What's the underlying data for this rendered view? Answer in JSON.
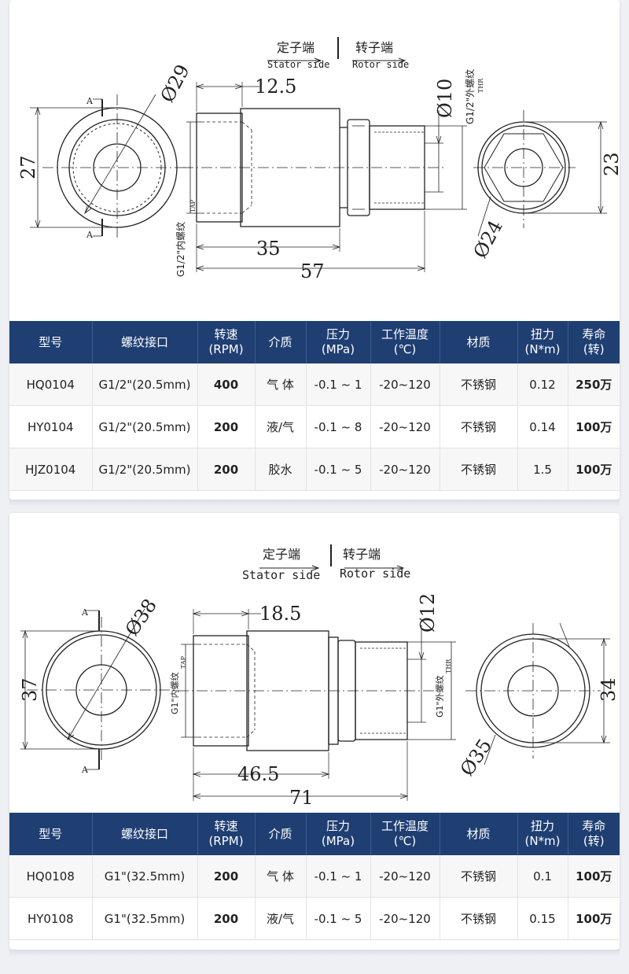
{
  "sections": [
    {
      "drawing": {
        "stator_cn": "定子端",
        "stator_en": "Stator side",
        "rotor_cn": "转子端",
        "rotor_en": "Rotor side",
        "dim_outer_dia": "Ø29",
        "dim_height": "27",
        "dim_step": "12.5",
        "dim_bore": "Ø10",
        "dim_length1": "35",
        "dim_length2": "57",
        "dim_right_height": "23",
        "dim_right_dia": "Ø24",
        "thread_in_label": "G1/2\"内螺纹",
        "thread_in_sub": "TAP",
        "thread_out_label": "G1/2\"外螺纹",
        "thread_out_sub": "THR",
        "section_mark": "A"
      },
      "table": {
        "headers": [
          [
            "型号"
          ],
          [
            "螺纹接口"
          ],
          [
            "转速",
            "(RPM)"
          ],
          [
            "介质"
          ],
          [
            "压力",
            "(MPa)"
          ],
          [
            "工作温度",
            "(℃)"
          ],
          [
            "材质"
          ],
          [
            "扭力",
            "(N*m)"
          ],
          [
            "寿命",
            "(转)"
          ]
        ],
        "rows": [
          [
            "HQ0104",
            "G1/2\"(20.5mm)",
            "400",
            "气 体",
            "-0.1 ~ 1",
            "-20~120",
            "不锈钢",
            "0.12",
            "250万"
          ],
          [
            "HY0104",
            "G1/2\"(20.5mm)",
            "200",
            "液/气",
            "-0.1 ~ 8",
            "-20~120",
            "不锈钢",
            "0.14",
            "100万"
          ],
          [
            "HJZ0104",
            "G1/2\"(20.5mm)",
            "200",
            "胶水",
            "-0.1 ~ 5",
            "-20~120",
            "不锈钢",
            "1.5",
            "100万"
          ]
        ]
      }
    },
    {
      "drawing": {
        "stator_cn": "定子端",
        "stator_en": "Stator side",
        "rotor_cn": "转子端",
        "rotor_en": "Rotor side",
        "dim_outer_dia": "Ø38",
        "dim_height": "37",
        "dim_step": "18.5",
        "dim_bore": "Ø12",
        "dim_length1": "46.5",
        "dim_length2": "71",
        "dim_right_height": "34",
        "dim_right_dia": "Ø35",
        "thread_in_label": "G1\"内螺纹",
        "thread_in_sub": "TAP",
        "thread_out_label": "G1\"外螺纹",
        "thread_out_sub": "THR",
        "section_mark": "A"
      },
      "table": {
        "headers": [
          [
            "型号"
          ],
          [
            "螺纹接口"
          ],
          [
            "转速",
            "(RPM)"
          ],
          [
            "介质"
          ],
          [
            "压力",
            "(MPa)"
          ],
          [
            "工作温度",
            "(℃)"
          ],
          [
            "材质"
          ],
          [
            "扭力",
            "(N*m)"
          ],
          [
            "寿命",
            "(转)"
          ]
        ],
        "rows": [
          [
            "HQ0108",
            "G1\"(32.5mm)",
            "200",
            "气 体",
            "-0.1 ~ 1",
            "-20~120",
            "不锈钢",
            "0.1",
            "100万"
          ],
          [
            "HY0108",
            "G1\"(32.5mm)",
            "200",
            "液/气",
            "-0.1 ~ 5",
            "-20~120",
            "不锈钢",
            "0.15",
            "100万"
          ]
        ]
      }
    }
  ]
}
